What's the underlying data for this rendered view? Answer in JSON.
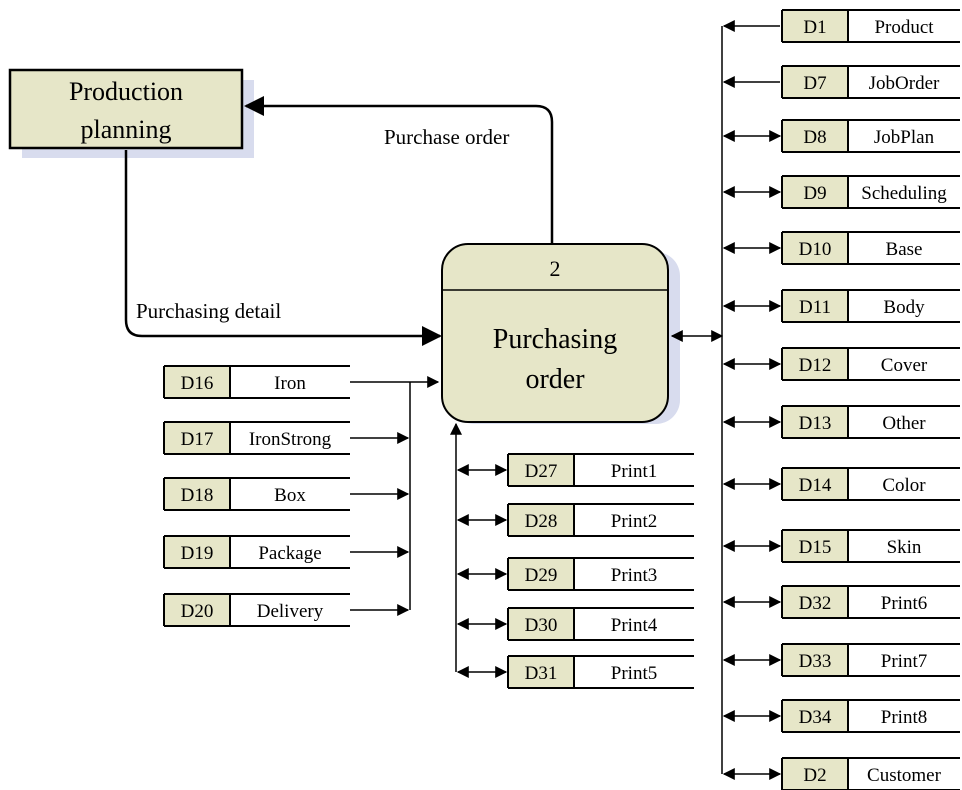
{
  "external_entity": {
    "label_line1": "Production",
    "label_line2": "planning"
  },
  "process": {
    "number": "2",
    "label_line1": "Purchasing",
    "label_line2": "order"
  },
  "flows": {
    "purchase_order": "Purchase order",
    "purchasing_detail": "Purchasing detail"
  },
  "right_stores": [
    {
      "id": "D1",
      "name": "Product",
      "dir": "in"
    },
    {
      "id": "D7",
      "name": "JobOrder",
      "dir": "in"
    },
    {
      "id": "D8",
      "name": "JobPlan",
      "dir": "both"
    },
    {
      "id": "D9",
      "name": "Scheduling",
      "dir": "both"
    },
    {
      "id": "D10",
      "name": "Base",
      "dir": "both"
    },
    {
      "id": "D11",
      "name": "Body",
      "dir": "both"
    },
    {
      "id": "D12",
      "name": "Cover",
      "dir": "both"
    },
    {
      "id": "D13",
      "name": "Other",
      "dir": "both"
    },
    {
      "id": "D14",
      "name": "Color",
      "dir": "both"
    },
    {
      "id": "D15",
      "name": "Skin",
      "dir": "both"
    },
    {
      "id": "D32",
      "name": "Print6",
      "dir": "both"
    },
    {
      "id": "D33",
      "name": "Print7",
      "dir": "both"
    },
    {
      "id": "D34",
      "name": "Print8",
      "dir": "both"
    },
    {
      "id": "D2",
      "name": "Customer",
      "dir": "both"
    }
  ],
  "left_stores": [
    {
      "id": "D16",
      "name": "Iron"
    },
    {
      "id": "D17",
      "name": "IronStrong"
    },
    {
      "id": "D18",
      "name": "Box"
    },
    {
      "id": "D19",
      "name": "Package"
    },
    {
      "id": "D20",
      "name": "Delivery"
    }
  ],
  "middle_stores": [
    {
      "id": "D27",
      "name": "Print1"
    },
    {
      "id": "D28",
      "name": "Print2"
    },
    {
      "id": "D29",
      "name": "Print3"
    },
    {
      "id": "D30",
      "name": "Print4"
    },
    {
      "id": "D31",
      "name": "Print5"
    }
  ],
  "colors": {
    "fill": "#e6e6c8",
    "shadow": "#d8dcee",
    "line": "#000000"
  }
}
